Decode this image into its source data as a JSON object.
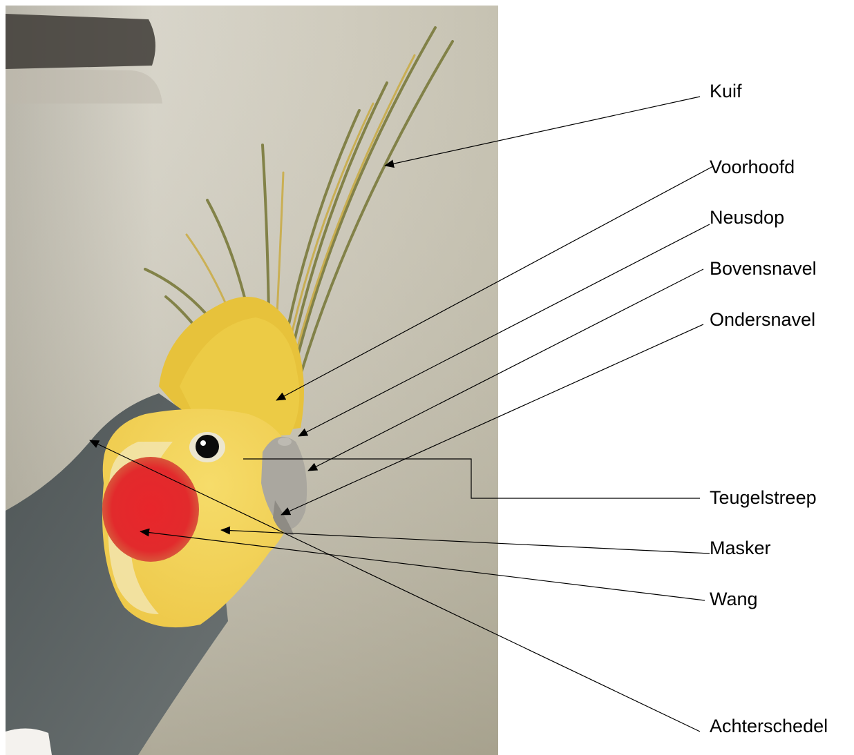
{
  "labels": {
    "kuif": "Kuif",
    "voorhoofd": "Voorhoofd",
    "neusdop": "Neusdop",
    "bovensnavel": "Bovensnavel",
    "ondersnavel": "Ondersnavel",
    "teugelstreep": "Teugelstreep",
    "masker": "Masker",
    "wang": "Wang",
    "achterschedel": "Achterschedel"
  },
  "colors": {
    "background_wall": "#cfcbbd",
    "crest_yellow": "#e8c23a",
    "face_yellow": "#f2d45c",
    "cheek_red": "#e8262b",
    "body_grey": "#5e6566",
    "beak_grey": "#a8a59e",
    "leader_line": "#000000"
  }
}
